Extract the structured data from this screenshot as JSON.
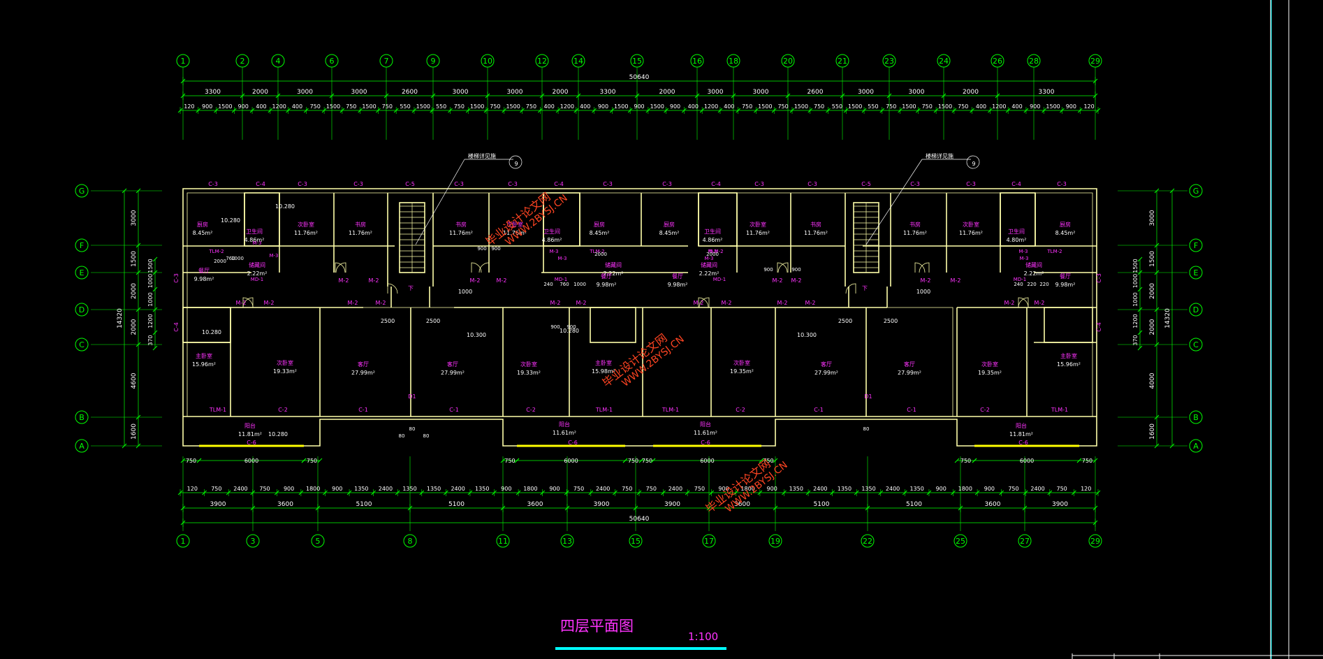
{
  "drawing": {
    "title": "四层平面图",
    "scale": "1:100",
    "colors": {
      "background": "#000000",
      "dimension": "#00ff00",
      "wall": "#ffffaa",
      "room_label": "#ff33ff",
      "door_label": "#ff33ff",
      "accent": "#00ffff",
      "watermark": "#ff4422"
    }
  },
  "axes": {
    "top": [
      "1",
      "2",
      "4",
      "6",
      "7",
      "9",
      "10",
      "12",
      "14",
      "15",
      "16",
      "18",
      "20",
      "21",
      "23",
      "24",
      "26",
      "28",
      "29"
    ],
    "bottom": [
      "1",
      "3",
      "5",
      "8",
      "11",
      "13",
      "15",
      "17",
      "19",
      "22",
      "25",
      "27",
      "29"
    ],
    "left": [
      "G",
      "F",
      "E",
      "D",
      "C",
      "B",
      "A"
    ],
    "right": [
      "G",
      "F",
      "E",
      "D",
      "C",
      "B",
      "A"
    ]
  },
  "dimensions": {
    "top_total": "50640",
    "top_axis": [
      "3300",
      "2000",
      "3000",
      "3000",
      "2600",
      "3000",
      "3000",
      "2000",
      "3300",
      "2000",
      "3000",
      "3000",
      "2600",
      "3000",
      "3000",
      "2000",
      "3300"
    ],
    "top_detail": [
      "120",
      "900",
      "1500",
      "900",
      "400",
      "1200",
      "400",
      "750",
      "1500",
      "750",
      "1500",
      "750",
      "550",
      "1500",
      "550",
      "750",
      "1500",
      "750",
      "1500",
      "750",
      "400",
      "1200",
      "400",
      "900",
      "1500",
      "900",
      "1500",
      "900",
      "400",
      "1200",
      "400",
      "750",
      "1500",
      "750",
      "1500",
      "750",
      "550",
      "1500",
      "550",
      "750",
      "1500",
      "750",
      "1500",
      "750",
      "400",
      "1200",
      "400",
      "900",
      "1500",
      "900",
      "120"
    ],
    "bottom_total": "50640",
    "bottom_axis": [
      "3900",
      "3600",
      "5100",
      "5100",
      "3600",
      "3900",
      "3900",
      "3600",
      "5100",
      "5100",
      "3600",
      "3900"
    ],
    "bottom_detail": [
      "120",
      "750",
      "2400",
      "750",
      "900",
      "1800",
      "900",
      "1350",
      "2400",
      "1350",
      "1350",
      "2400",
      "1350",
      "900",
      "1800",
      "900",
      "750",
      "2400",
      "750",
      "750",
      "2400",
      "750",
      "900",
      "1800",
      "900",
      "1350",
      "2400",
      "1350",
      "1350",
      "2400",
      "1350",
      "900",
      "1800",
      "900",
      "750",
      "2400",
      "750",
      "120"
    ],
    "balcony": [
      "750",
      "6000",
      "750",
      "750",
      "6000",
      "750",
      "750",
      "6000",
      "750",
      "750",
      "6000",
      "750"
    ],
    "left_total": "14320",
    "left_axis": [
      "3000",
      "1500",
      "2000",
      "2000",
      "4600",
      "1600"
    ],
    "left_detail": [
      "1500",
      "1000",
      "1000",
      "1200",
      "370"
    ],
    "right_total": "14320",
    "right_axis": [
      "3000",
      "1500",
      "2000",
      "2000",
      "4000",
      "1600"
    ],
    "right_detail": [
      "1500",
      "1000",
      "1000",
      "1200",
      "370"
    ]
  },
  "rooms": [
    {
      "name": "厨房",
      "area": "8.45m²"
    },
    {
      "name": "卫生间",
      "area": "4.86m²"
    },
    {
      "name": "次卧室",
      "area": "11.76m²"
    },
    {
      "name": "书房",
      "area": "11.76m²"
    },
    {
      "name": "书房",
      "area": "11.76m²"
    },
    {
      "name": "次卧室",
      "area": "11.76m²"
    },
    {
      "name": "卫生间",
      "area": "4.86m²"
    },
    {
      "name": "厨房",
      "area": "8.45m²"
    },
    {
      "name": "厨房",
      "area": "8.45m²"
    },
    {
      "name": "卫生间",
      "area": "4.86m²"
    },
    {
      "name": "次卧室",
      "area": "11.76m²"
    },
    {
      "name": "书房",
      "area": "11.76m²"
    },
    {
      "name": "书房",
      "area": "11.76m²"
    },
    {
      "name": "次卧室",
      "area": "11.76m²"
    },
    {
      "name": "卫生间",
      "area": "4.80m²"
    },
    {
      "name": "厨房",
      "area": "8.45m²"
    },
    {
      "name": "餐厅",
      "area": "9.98m²"
    },
    {
      "name": "储藏间",
      "area": "2.22m²"
    },
    {
      "name": "储藏间",
      "area": "2.22m²"
    },
    {
      "name": "餐厅",
      "area": "9.98m²"
    },
    {
      "name": "餐厅",
      "area": "9.98m²"
    },
    {
      "name": "储藏间",
      "area": "2.22m²"
    },
    {
      "name": "储藏间",
      "area": "2.22m²"
    },
    {
      "name": "餐厅",
      "area": "9.98m²"
    },
    {
      "name": "主卧室",
      "area": "15.96m²"
    },
    {
      "name": "次卧室",
      "area": "19.33m²"
    },
    {
      "name": "客厅",
      "area": "27.99m²"
    },
    {
      "name": "客厅",
      "area": "27.99m²"
    },
    {
      "name": "次卧室",
      "area": "19.33m²"
    },
    {
      "name": "主卧室",
      "area": "15.98m²"
    },
    {
      "name": "次卧室",
      "area": "19.35m²"
    },
    {
      "name": "客厅",
      "area": "27.99m²"
    },
    {
      "name": "客厅",
      "area": "27.99m²"
    },
    {
      "name": "次卧室",
      "area": "19.35m²"
    },
    {
      "name": "主卧室",
      "area": "15.96m²"
    },
    {
      "name": "阳台",
      "area": "11.81m²"
    },
    {
      "name": "阳台",
      "area": "11.61m²"
    },
    {
      "name": "阳台",
      "area": "11.61m²"
    },
    {
      "name": "阳台",
      "area": "11.81m²"
    }
  ],
  "tags": {
    "top_windows": [
      "C-3",
      "C-4",
      "C-3",
      "C-3",
      "C-5",
      "C-3",
      "C-3",
      "C-4",
      "C-3",
      "C-3",
      "C-4",
      "C-3",
      "C-3",
      "C-5",
      "C-3",
      "C-3",
      "C-4",
      "C-3"
    ],
    "bottom_windows": [
      "TLM-1",
      "C-2",
      "C-1",
      "C-1",
      "C-2",
      "TLM-1",
      "TLM-1",
      "C-2",
      "C-1",
      "C-1",
      "C-2",
      "TLM-1"
    ],
    "balcony_windows": [
      "C-6",
      "C-6",
      "C-6",
      "C-6"
    ],
    "end_windows": [
      "C-3",
      "C-4",
      "C-3",
      "C-4"
    ],
    "doors_upper": [
      "M-2",
      "M-2",
      "M-2",
      "M-2",
      "M-2",
      "M-2",
      "M-2",
      "M-2",
      "M-2",
      "M-2",
      "M-2",
      "M-2"
    ],
    "doors_lower": [
      "M-2",
      "M-2",
      "M-2",
      "M-2",
      "M-2",
      "M-2",
      "M-2",
      "M-2"
    ],
    "door_misc": [
      "TLM-2",
      "TLM-2",
      "TLM-2",
      "TLM-2",
      "MD-1",
      "MD-1",
      "MD-1",
      "MD-1",
      "M-3",
      "M-3",
      "M-3",
      "M-3",
      "M-3",
      "M-3",
      "M-3",
      "M-3"
    ],
    "levels": [
      "10.280",
      "10.280",
      "10.280",
      "10.300",
      "10.300",
      "10.280",
      "10.280"
    ],
    "stair_dims": [
      "2500",
      "2500",
      "2500",
      "2500",
      "1000",
      "1000"
    ],
    "door_widths": [
      "2000",
      "2000",
      "2000",
      "900",
      "900",
      "900",
      "900",
      "900",
      "900",
      "760",
      "1000",
      "240",
      "760",
      "1000",
      "240",
      "220",
      "220",
      "80",
      "80",
      "80",
      "80"
    ],
    "entry_labels": [
      "D1",
      "D1",
      "下",
      "下"
    ],
    "callouts": [
      "楼梯详见施",
      "9",
      "楼梯详见施",
      "9"
    ]
  },
  "watermark": {
    "cn": "毕业设计论文网",
    "url": "WWW.2BYSJ.CN"
  }
}
